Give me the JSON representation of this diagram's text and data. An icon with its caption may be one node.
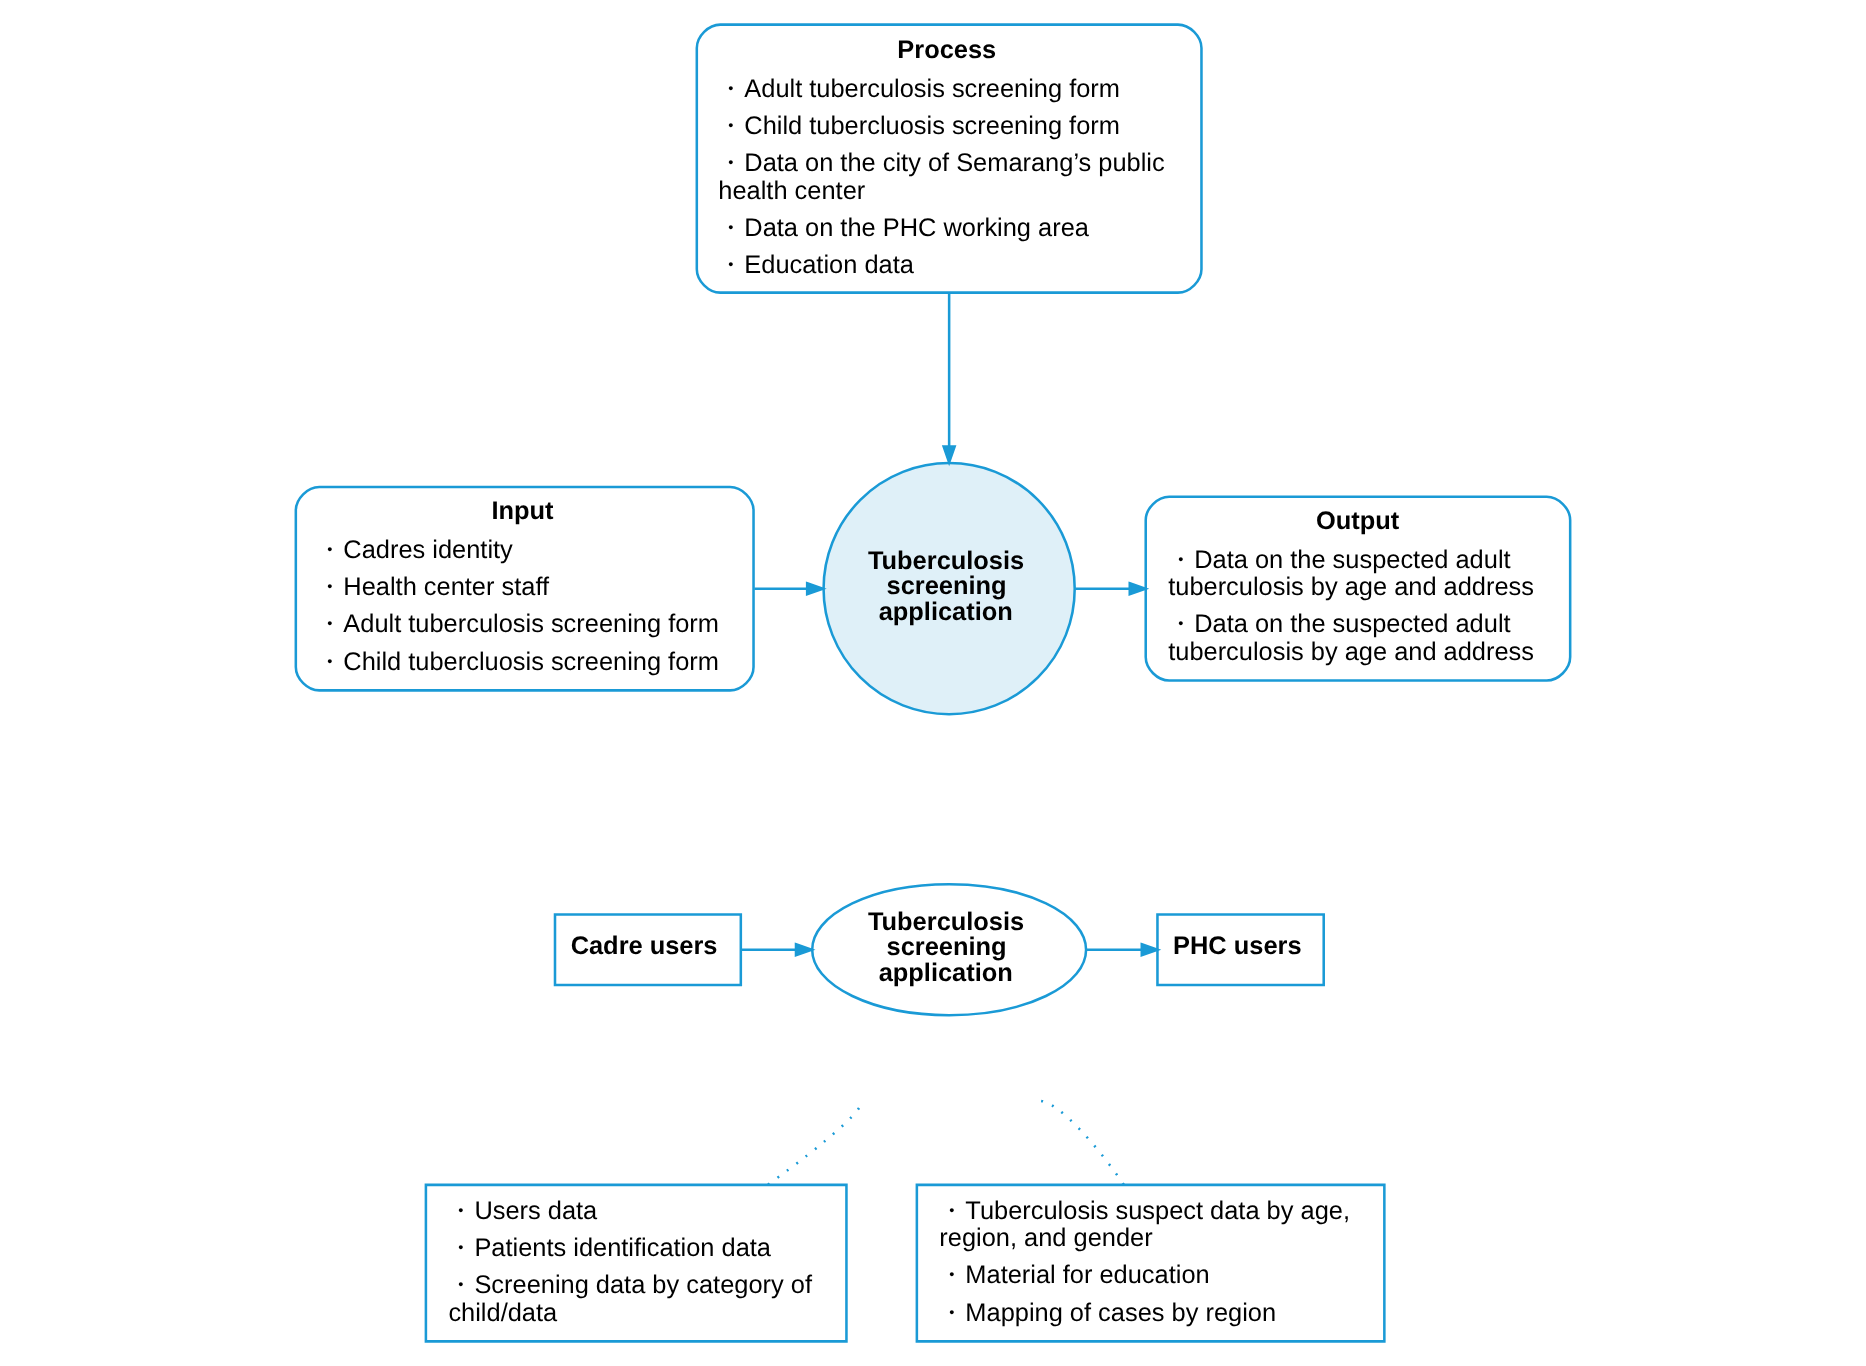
{
  "diagram": {
    "nodes": [
      {
        "text": [
          "Process",
          "・Adult tuberculosis screening form",
          "・Child tubercluosis screening form",
          "・Data on the city of Semarang’s public health center",
          "・Data on the PHC working area",
          "・Education data"
        ]
      },
      {
        "text": [
          "Input",
          "・Cadres identity",
          "・Health center staff",
          "・Adult tuberculosis screening form",
          "・Child tubercluosis screening form"
        ]
      },
      {
        "text": [
          "Tuberculosis screening application"
        ]
      },
      {
        "text": [
          "Output",
          "・Data on the suspected adult tuberculosis by age and address",
          "・Data on the suspected adult tuberculosis by age and address"
        ]
      },
      {
        "text": [
          "Cadre users"
        ]
      },
      {
        "text": [
          "Tuberculosis screening application"
        ]
      },
      {
        "text": [
          "PHC users"
        ]
      },
      {
        "text": [
          "・Users data",
          "・Patients identification data",
          "・Screening data by category of child/data"
        ]
      },
      {
        "text": [
          "・Tuberculosis suspect data by age, region, and gender",
          "・Material for education",
          "・Mapping of cases by region"
        ]
      }
    ],
    "edges": [
      {
        "from": 0,
        "to": 2,
        "arrow": "to"
      },
      {
        "from": 1,
        "to": 2,
        "arrow": "to"
      },
      {
        "from": 2,
        "to": 3,
        "arrow": "to"
      },
      {
        "from": 4,
        "to": 5,
        "arrow": "to"
      },
      {
        "from": 5,
        "to": 6,
        "arrow": "to"
      },
      {
        "from": 7,
        "to": null,
        "arrow": "none",
        "style": "dashed"
      },
      {
        "from": 8,
        "to": null,
        "arrow": "none",
        "style": "dashed"
      }
    ]
  }
}
